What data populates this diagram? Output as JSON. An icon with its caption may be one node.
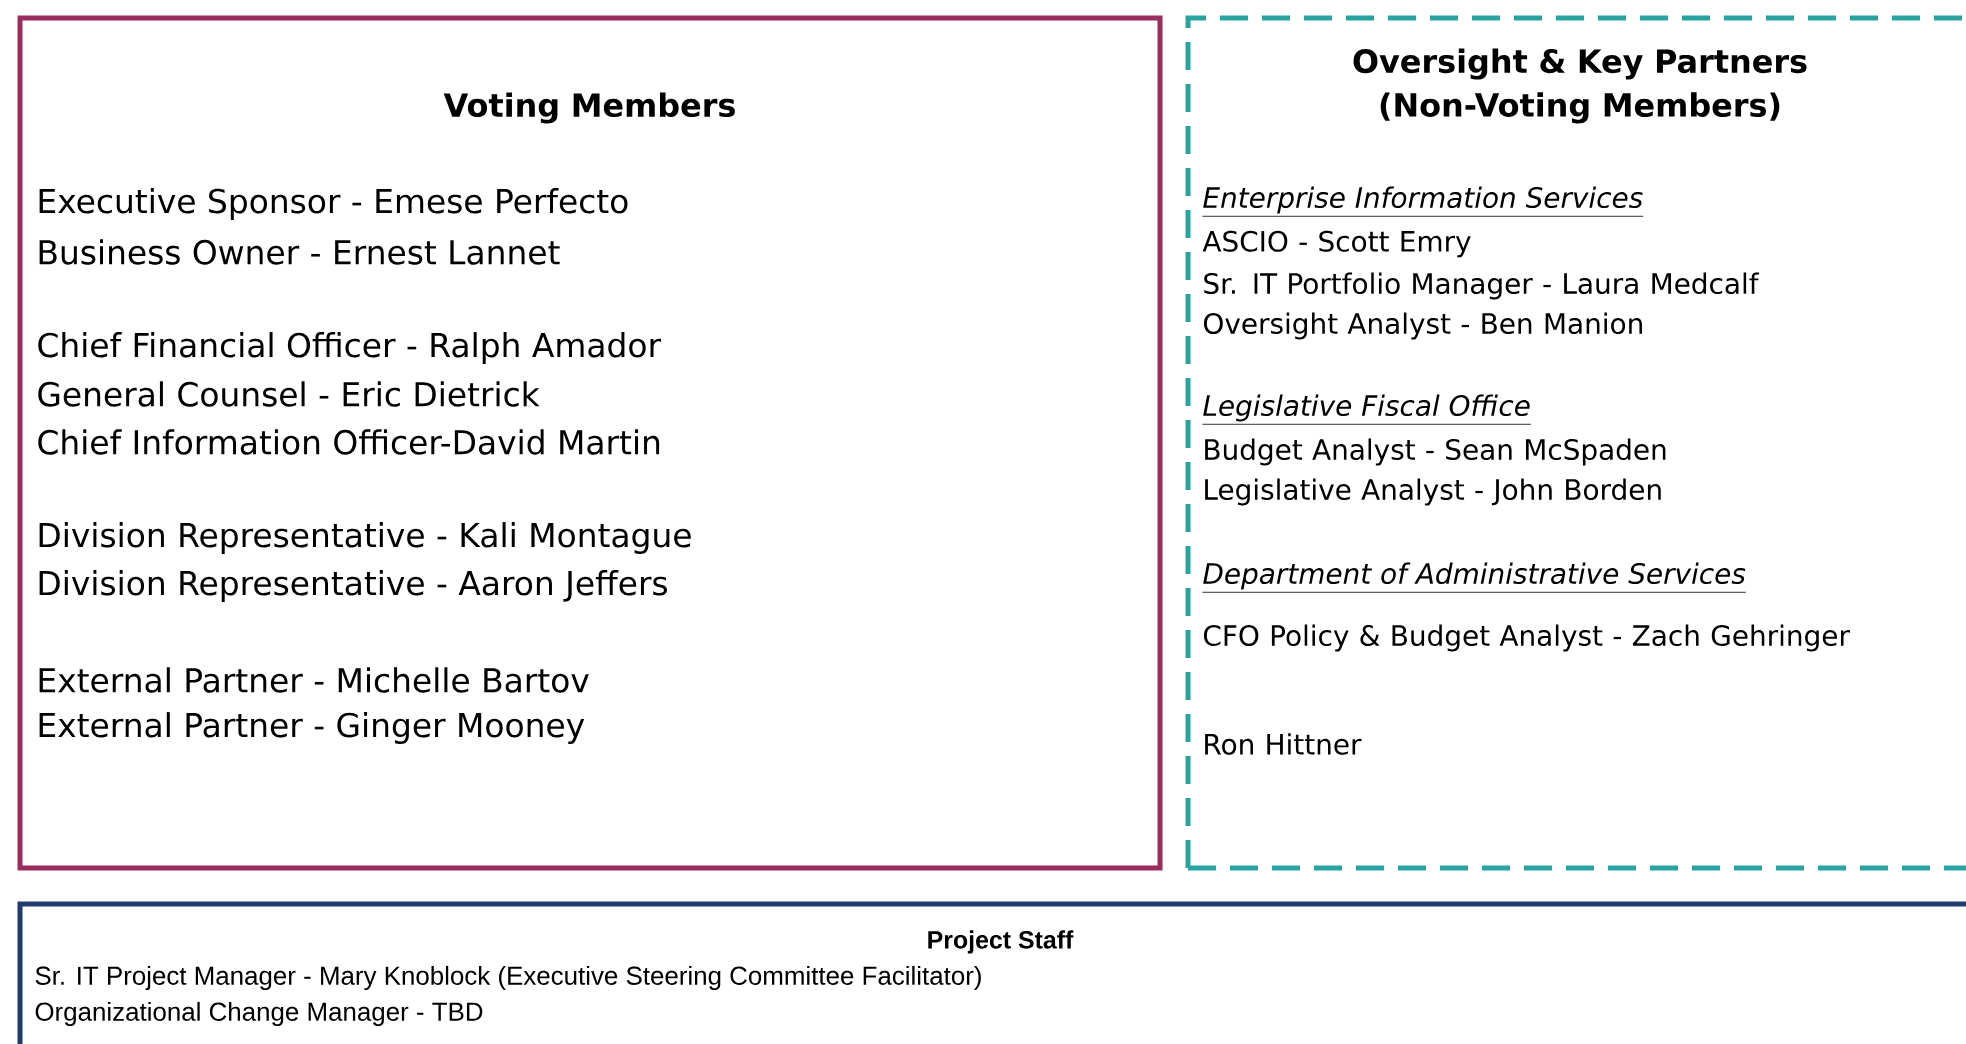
{
  "diagram": {
    "nodes": [
      {
        "text": [
          "Voting Members",
          "Executive Sponsor - Emese Perfecto",
          "Business Owner - Ernest Lannet",
          "Chief Financial Officer - Ralph Amador",
          "General Counsel - Eric Dietrick",
          "Chief Information Officer-David Martin",
          "Division Representative - Kali Montague",
          "Division Representative - Aaron Jeffers",
          "External Partner - Michelle Bartov",
          "External Partner - Ginger Mooney"
        ]
      },
      {
        "text": [
          "Oversight & Key Partners (Non-Voting Members)",
          "Enterprise Information Services",
          "ASCIO - Scott Emry",
          "Sr. IT Portfolio Manager - Laura Medcalf",
          "Oversight Analyst - Ben Manion",
          "Legislative Fiscal Office",
          "Budget Analyst - Sean McSpaden",
          "Legislative Analyst - John Borden",
          "Department of Administrative Services",
          "CFO Policy & Budget Analyst - Zach Gehringer",
          "Ron Hittner"
        ]
      },
      {
        "text": [
          "Project Staff",
          "Sr. IT Project Manager - Mary Knoblock (Executive Steering Committee Facilitator)",
          "Organizational Change Manager - TBD"
        ]
      }
    ]
  }
}
